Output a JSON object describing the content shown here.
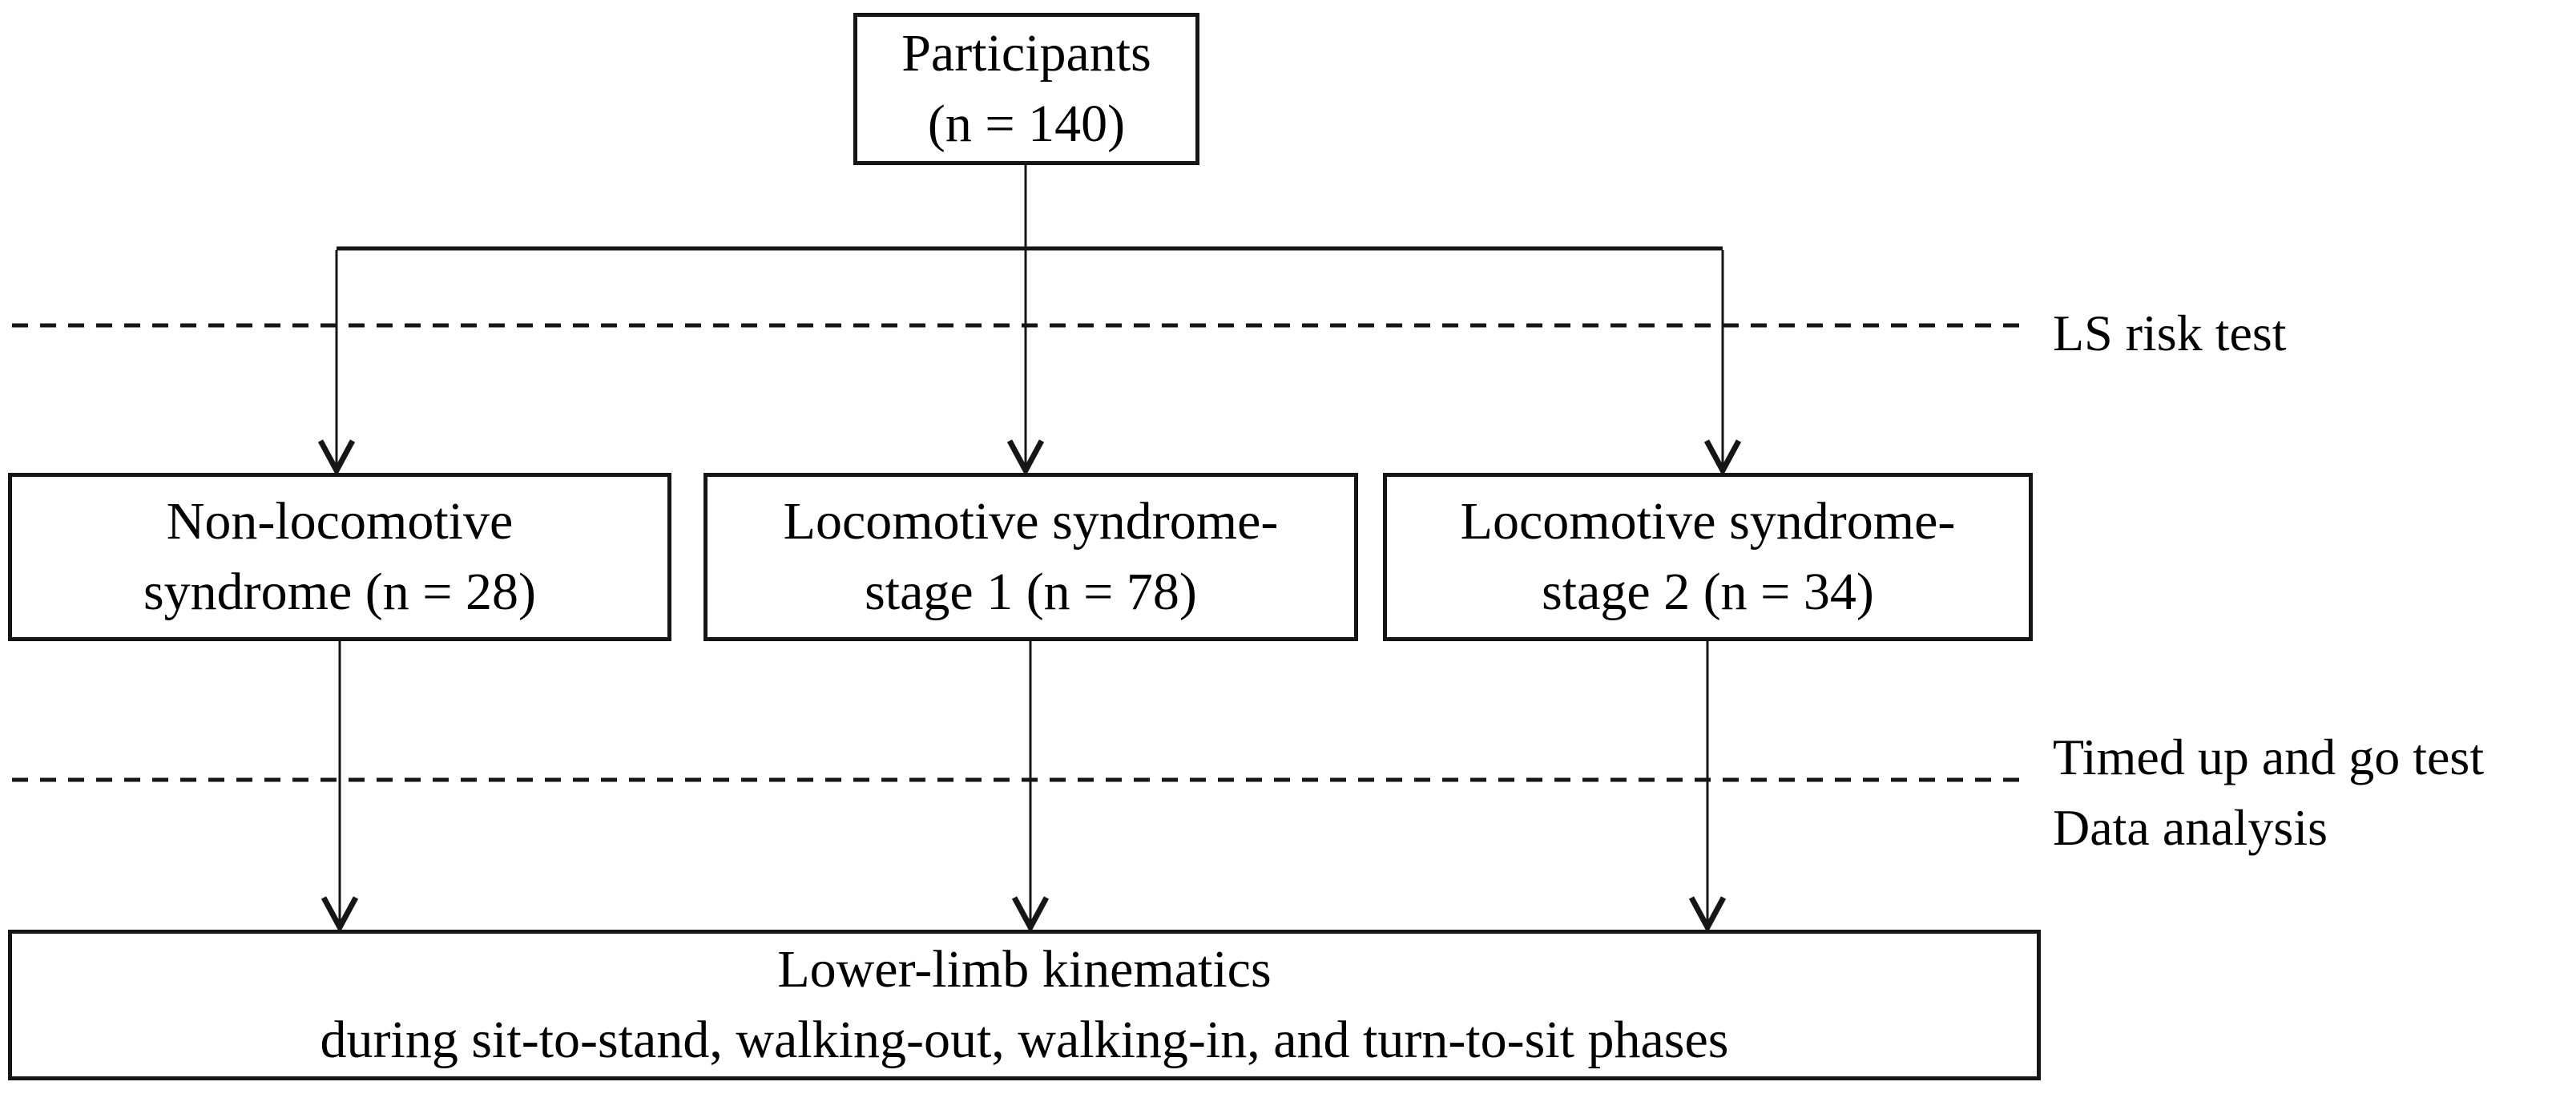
{
  "diagram": {
    "colors": {
      "line": "#161616",
      "background": "#ffffff",
      "text": "#000000"
    },
    "participants_box": {
      "line1": "Participants",
      "line2": "(n = 140)"
    },
    "group_boxes": [
      {
        "line1": "Non-locomotive",
        "line2": "syndrome (n = 28)"
      },
      {
        "line1": "Locomotive syndrome-",
        "line2": "stage 1 (n = 78)"
      },
      {
        "line1": "Locomotive syndrome-",
        "line2": "stage 2 (n = 34)"
      }
    ],
    "outcome_box": {
      "line1": "Lower-limb kinematics",
      "line2": "during sit-to-stand, walking-out, walking-in, and turn-to-sit phases"
    },
    "stage_labels": {
      "ls_risk_test": "LS risk test",
      "timed_up_and_go": "Timed up and go test",
      "data_analysis": "Data analysis"
    }
  }
}
